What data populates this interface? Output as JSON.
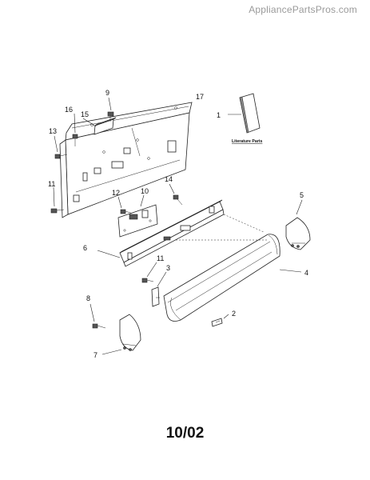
{
  "watermark": "AppliancePartsPros.com",
  "literature_label": "Literature Parts",
  "date_code": "10/02",
  "callouts": [
    "1",
    "2",
    "3",
    "4",
    "5",
    "6",
    "7",
    "8",
    "9",
    "10",
    "11",
    "11",
    "12",
    "13",
    "14",
    "15",
    "16",
    "17"
  ]
}
